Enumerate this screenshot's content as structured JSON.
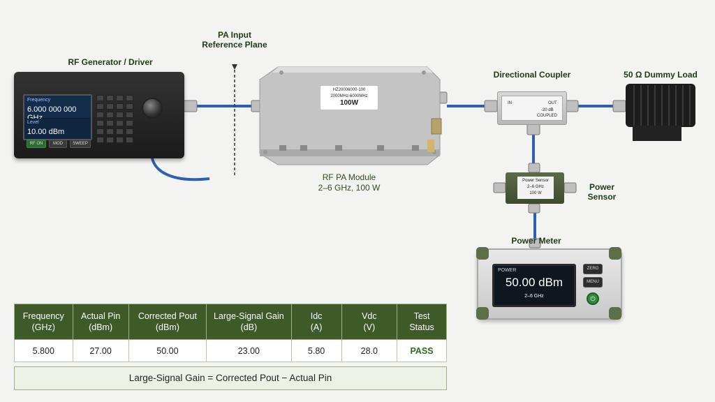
{
  "labels": {
    "generator": "RF Generator / Driver",
    "pa_input_line1": "PA Input",
    "pa_input_line2": "Reference Plane",
    "coupler": "Directional Coupler",
    "dummy_load": "50 Ω Dummy Load",
    "pa_module_line1": "RF PA Module",
    "pa_module_line2": "2–6 GHz, 100 W",
    "power_sensor": "Power Sensor",
    "power_meter": "Power Meter"
  },
  "generator": {
    "freq_label": "Frequency",
    "freq_value": "6.000 000 000 GHz",
    "level_label": "Level",
    "level_value": "10.00 dBm",
    "buttons": [
      "RF ON",
      "MOD",
      "SWEEP"
    ]
  },
  "pa_module": {
    "model": "HZ20006000-100",
    "range": "2000MHz-6000MHz",
    "power": "100W"
  },
  "coupler": {
    "in_label": "IN",
    "out_label": "OUT",
    "coupled_db": "-20 dB",
    "coupled_label": "COUPLED"
  },
  "sensor": {
    "line1": "Power Sensor",
    "line2": "2–6 GHz",
    "line3": "100 W"
  },
  "meter": {
    "mode": "POWER",
    "reading": "50.00 dBm",
    "range": "2–6 GHz",
    "zero_label": "ZERO",
    "menu_label": "MENU"
  },
  "table": {
    "headers": [
      [
        "Frequency",
        "(GHz)"
      ],
      [
        "Actual Pin",
        "(dBm)"
      ],
      [
        "Corrected Pout",
        "(dBm)"
      ],
      [
        "Large-Signal Gain",
        "(dB)"
      ],
      [
        "Idc",
        "(A)"
      ],
      [
        "Vdc",
        "(V)"
      ],
      [
        "Test",
        "Status"
      ]
    ],
    "row": [
      "5.800",
      "27.00",
      "50.00",
      "23.00",
      "5.80",
      "28.0",
      "PASS"
    ]
  },
  "formula": "Large-Signal Gain  =  Corrected Pout − Actual Pin",
  "colors": {
    "accent_green": "#3d5a28",
    "cable_blue": "#2f5fb3",
    "pass_green": "#2e6b22"
  }
}
